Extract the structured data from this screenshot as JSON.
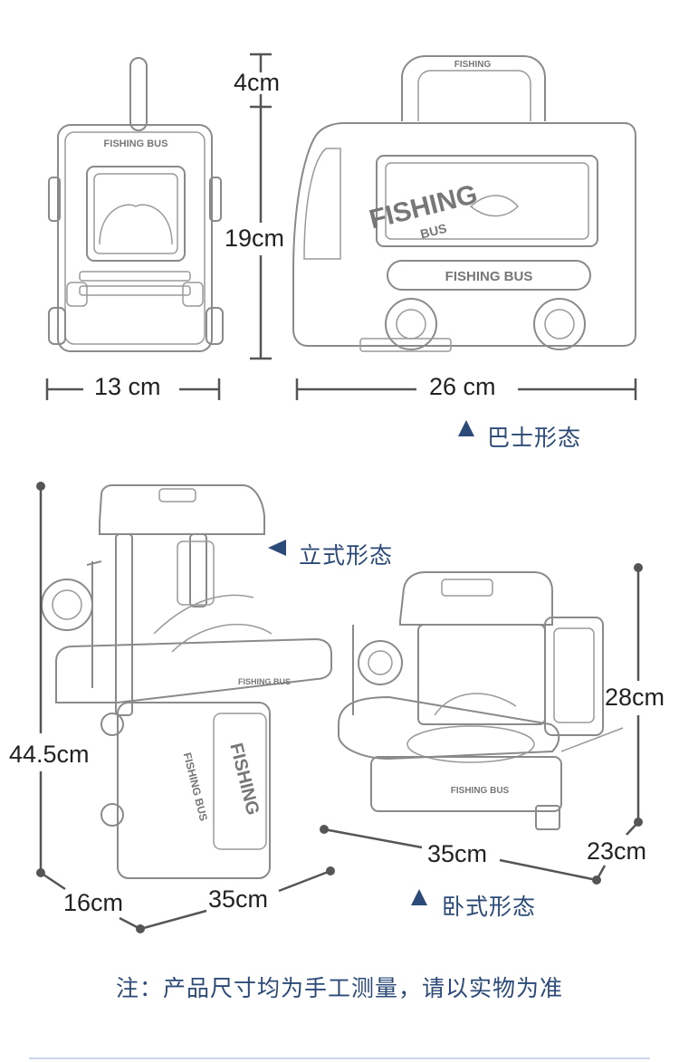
{
  "dimensions": {
    "front_height_top": "4cm",
    "front_height": "19cm",
    "front_width": "13 cm",
    "side_length": "26 cm",
    "stand_height": "44.5cm",
    "stand_depth": "16cm",
    "stand_length": "35cm",
    "lie_height": "28cm",
    "lie_length": "35cm",
    "lie_depth": "23cm"
  },
  "captions": {
    "bus": "巴士形态",
    "stand": "立式形态",
    "lie": "卧式形态"
  },
  "note": "注：产品尺寸均为手工测量，请以实物为准",
  "product_text": {
    "logo_main": "FISHING",
    "logo_sub": "BUS",
    "plate": "FISHING BUS",
    "handle": "FISHING"
  },
  "colors": {
    "line": "#555555",
    "accent": "#2b4a78",
    "sketch": "#8a8a8a",
    "divider": "#c9d7ea"
  }
}
